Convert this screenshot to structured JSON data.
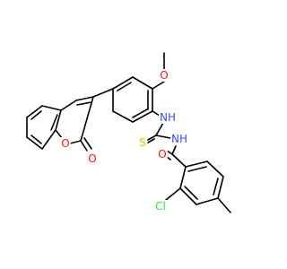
{
  "colors": {
    "background": "#ffffff",
    "bond": "#000000",
    "oxygen": "#ff0d0d",
    "nitrogen": "#3050f8",
    "sulfur": "#c8c800",
    "chlorine": "#1ff01f"
  },
  "atom_labels": {
    "methoxy_o": "O",
    "nh_top": "NH",
    "nh_bottom": "NH",
    "thione_s": "S",
    "amide_o": "O",
    "chloro": "Cl",
    "ring_o": "O",
    "lactone_o": "O"
  }
}
